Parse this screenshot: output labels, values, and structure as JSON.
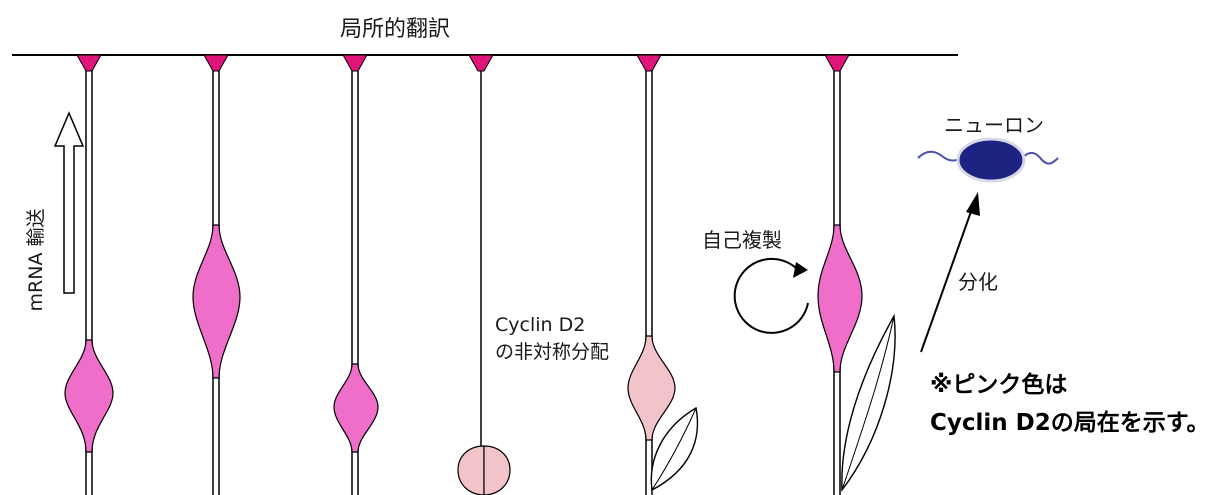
{
  "labels": {
    "local_translation": "局所的翻訳",
    "mrna_transport": "mRNA 輸送",
    "cyclin_line1": "Cyclin D2",
    "cyclin_line2": "の非対称分配",
    "self_renewal": "自己複製",
    "differentiation": "分化",
    "neuron": "ニューロン",
    "note_line1": "※ピンク色は",
    "note_line2": "Cyclin D2の局在を示す。"
  },
  "colors": {
    "cyclin_pink": "#ee6ec9",
    "light_pink": "#f2c3c9",
    "endfoot_pink": "#e0157a",
    "neuron_blue": "#1c2380",
    "neuron_wave": "#4a4fae"
  },
  "icons": {
    "transport_arrow": "hollow-up-arrow-icon",
    "self_renewal": "circular-arrow-icon"
  }
}
